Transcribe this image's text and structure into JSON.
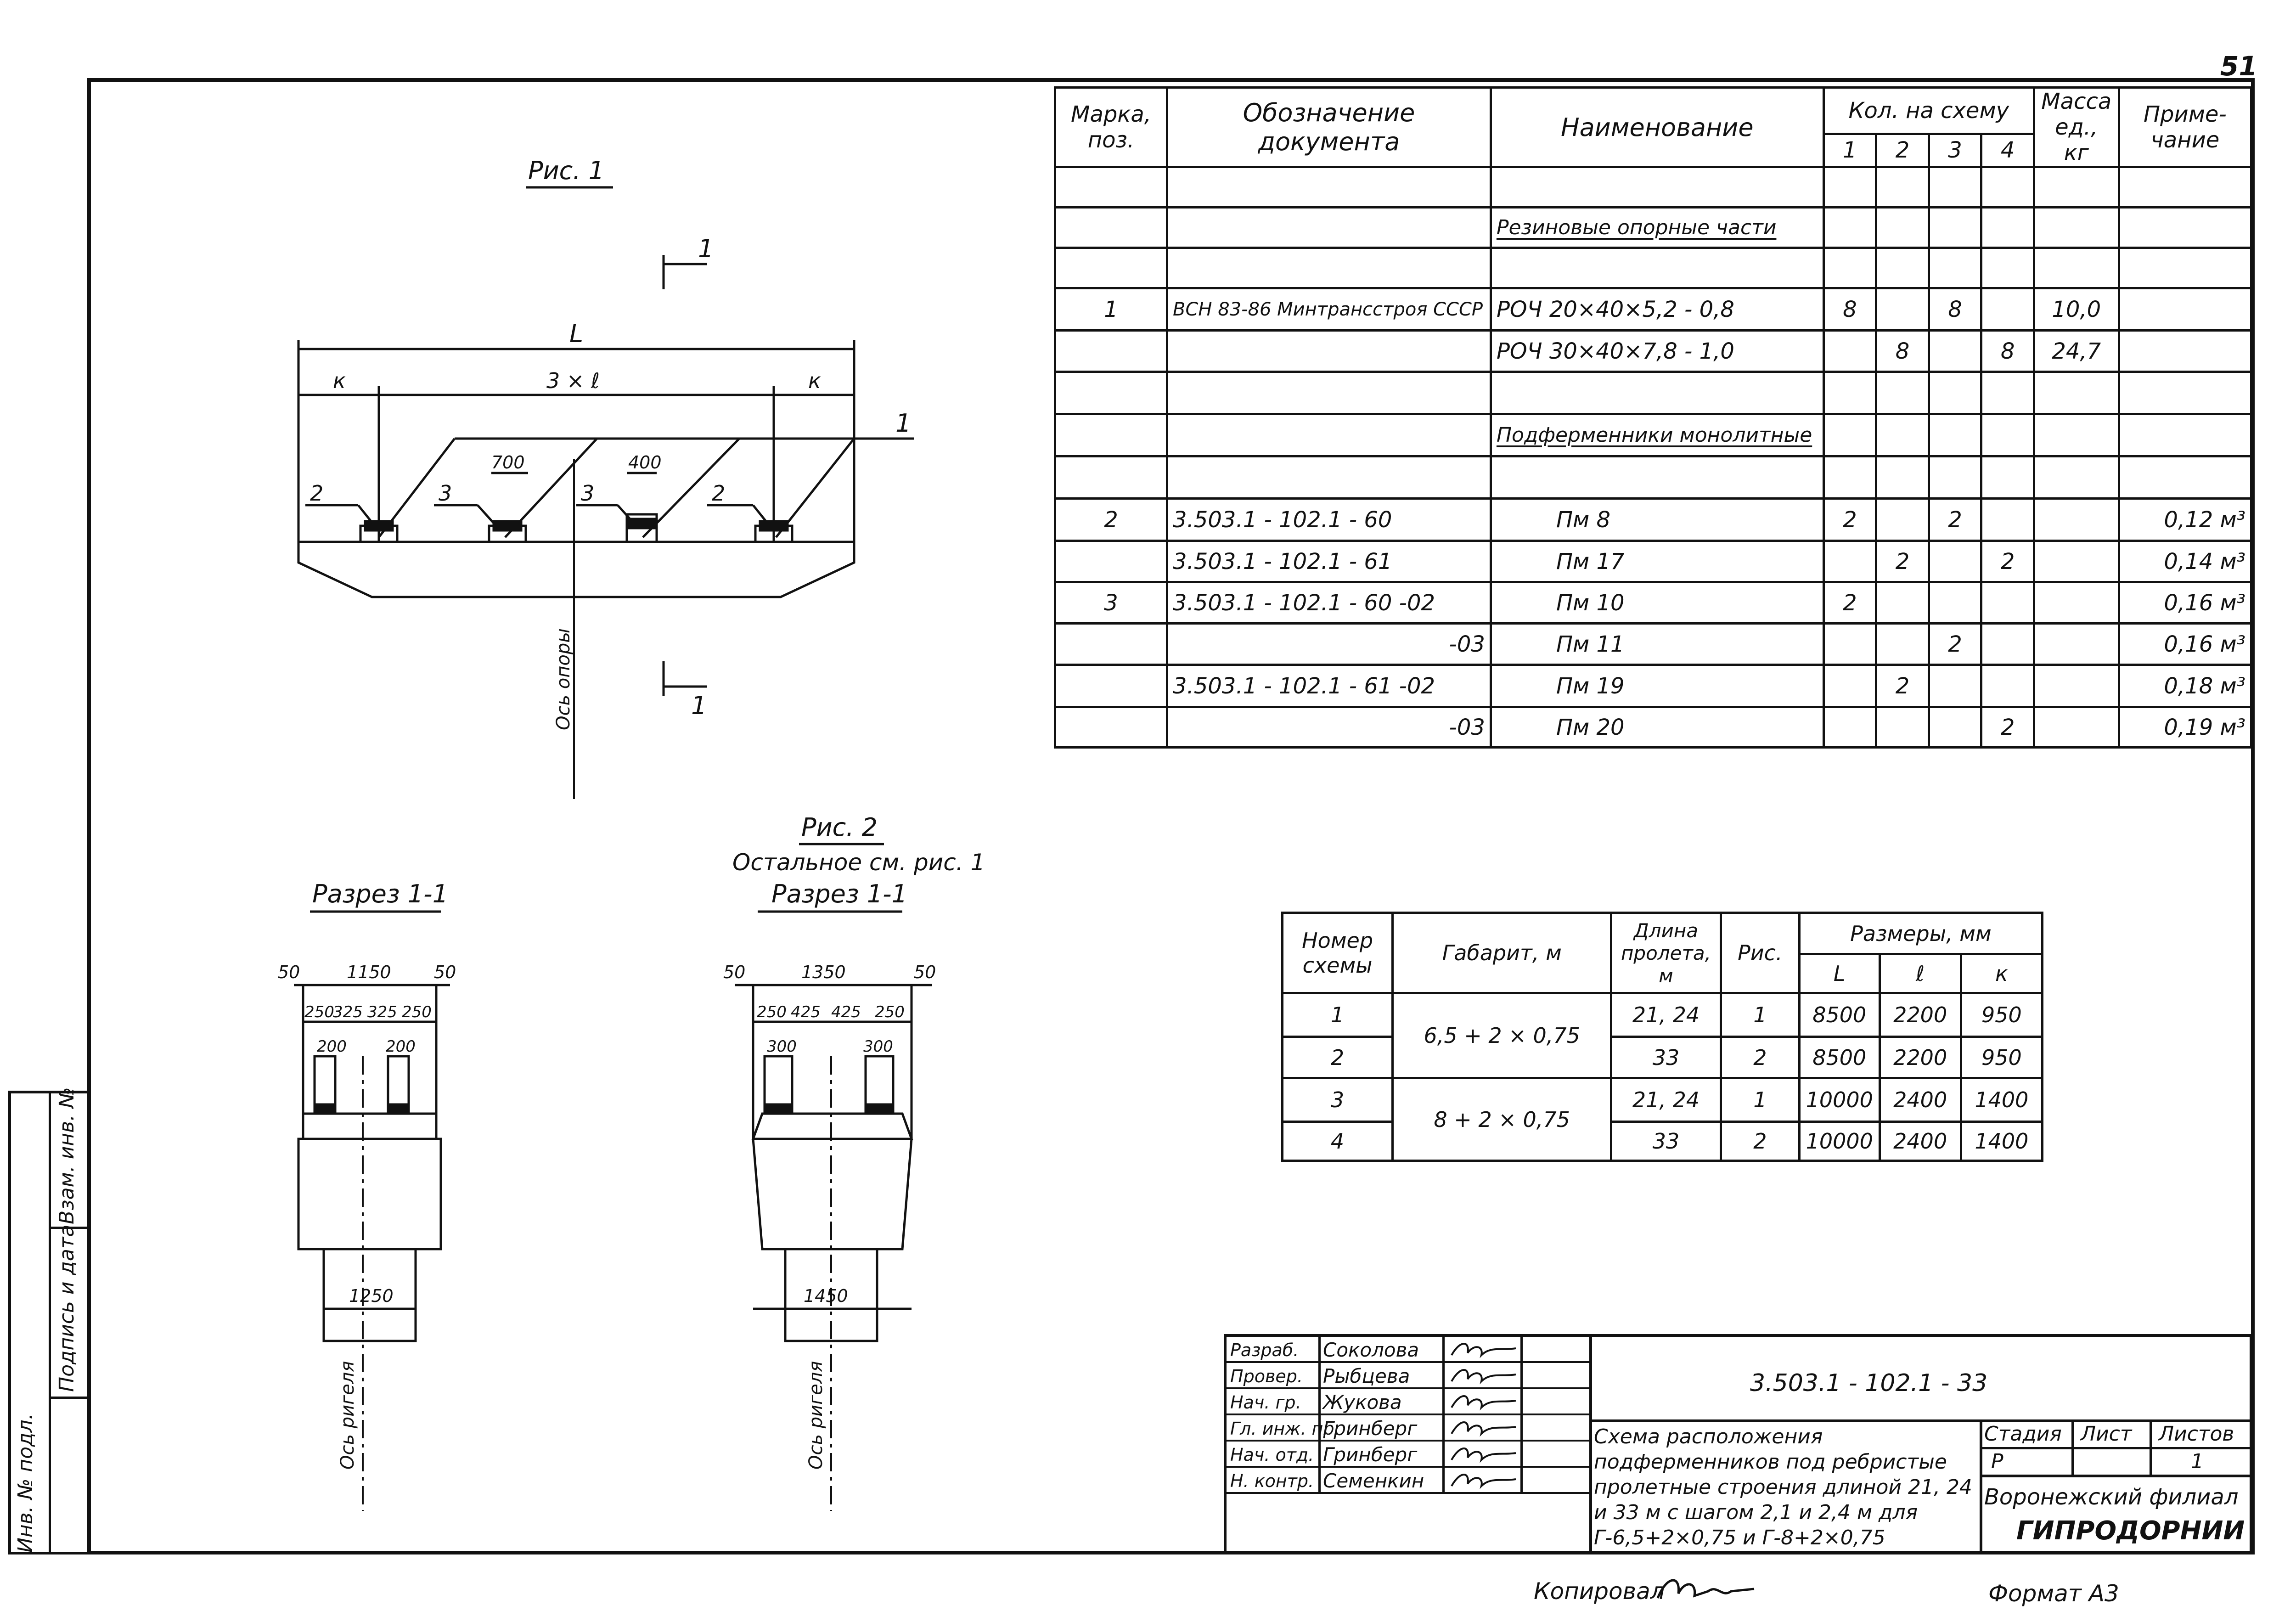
{
  "page_number": "51",
  "spec_table": {
    "headers": {
      "mark": "Марка, поз.",
      "doc": "Обозначение документа",
      "name": "Наименование",
      "qty": "Кол. на схему",
      "qty_cols": [
        "1",
        "2",
        "3",
        "4"
      ],
      "mass": "Масса ед., кг",
      "note": "Приме- чание"
    },
    "rows": [
      {
        "mark": "",
        "doc": "",
        "name": "",
        "q": [
          "",
          "",
          "",
          ""
        ],
        "mass": "",
        "note": ""
      },
      {
        "mark": "",
        "doc": "",
        "name": "Резиновые опорные части",
        "q": [
          "",
          "",
          "",
          ""
        ],
        "mass": "",
        "note": ""
      },
      {
        "mark": "",
        "doc": "",
        "name": "",
        "q": [
          "",
          "",
          "",
          ""
        ],
        "mass": "",
        "note": ""
      },
      {
        "mark": "1",
        "doc": "ВСН 83-86 Минтрансстроя СССР",
        "name": "РОЧ 20×40×5,2 - 0,8",
        "q": [
          "8",
          "",
          "8",
          ""
        ],
        "mass": "10,0",
        "note": ""
      },
      {
        "mark": "",
        "doc": "",
        "name": "РОЧ 30×40×7,8 - 1,0",
        "q": [
          "",
          "8",
          "",
          "8"
        ],
        "mass": "24,7",
        "note": ""
      },
      {
        "mark": "",
        "doc": "",
        "name": "",
        "q": [
          "",
          "",
          "",
          ""
        ],
        "mass": "",
        "note": ""
      },
      {
        "mark": "",
        "doc": "",
        "name": "Подферменники монолитные",
        "q": [
          "",
          "",
          "",
          ""
        ],
        "mass": "",
        "note": ""
      },
      {
        "mark": "",
        "doc": "",
        "name": "",
        "q": [
          "",
          "",
          "",
          ""
        ],
        "mass": "",
        "note": ""
      },
      {
        "mark": "2",
        "doc": "3.503.1 - 102.1 - 60",
        "name": "Пм 8",
        "q": [
          "2",
          "",
          "2",
          ""
        ],
        "mass": "",
        "note": "0,12 м³"
      },
      {
        "mark": "",
        "doc": "3.503.1 - 102.1 - 61",
        "name": "Пм 17",
        "q": [
          "",
          "2",
          "",
          "2"
        ],
        "mass": "",
        "note": "0,14 м³"
      },
      {
        "mark": "3",
        "doc": "3.503.1 - 102.1 - 60 -02",
        "name": "Пм 10",
        "q": [
          "2",
          "",
          "",
          ""
        ],
        "mass": "",
        "note": "0,16 м³"
      },
      {
        "mark": "",
        "doc": "-03",
        "name": "Пм 11",
        "q": [
          "",
          "",
          "2",
          ""
        ],
        "mass": "",
        "note": "0,16 м³"
      },
      {
        "mark": "",
        "doc": "3.503.1 - 102.1 - 61 -02",
        "name": "Пм 19",
        "q": [
          "",
          "2",
          "",
          ""
        ],
        "mass": "",
        "note": "0,18 м³"
      },
      {
        "mark": "",
        "doc": "-03",
        "name": "Пм 20",
        "q": [
          "",
          "",
          "",
          "2"
        ],
        "mass": "",
        "note": "0,19 м³"
      }
    ]
  },
  "schemes_table": {
    "headers": {
      "num": "Номер схемы",
      "gab": "Габарит, м",
      "span": "Длина пролета, м",
      "fig": "Рис.",
      "sizes": "Размеры, мм",
      "L": "L",
      "l": "ℓ",
      "k": "к"
    },
    "rows": [
      {
        "num": "1",
        "gab": "6,5 + 2 × 0,75",
        "span": "21, 24",
        "fig": "1",
        "L": "8500",
        "l": "2200",
        "k": "950"
      },
      {
        "num": "2",
        "gab": "",
        "span": "33",
        "fig": "2",
        "L": "8500",
        "l": "2200",
        "k": "950"
      },
      {
        "num": "3",
        "gab": "8 + 2 × 0,75",
        "span": "21, 24",
        "fig": "1",
        "L": "10000",
        "l": "2400",
        "k": "1400"
      },
      {
        "num": "4",
        "gab": "",
        "span": "33",
        "fig": "2",
        "L": "10000",
        "l": "2400",
        "k": "1400"
      }
    ]
  },
  "fig1": {
    "title": "Рис. 1",
    "section_mark": "1",
    "dim_L": "L",
    "dim_k": "к",
    "dim_3l": "3 × ℓ",
    "dim_700": "700",
    "dim_400": "400",
    "pos_1": "1",
    "pos_2": "2",
    "pos_3": "3",
    "axis": "Ось опоры"
  },
  "section_a": {
    "title": "Разрез 1-1",
    "d50": "50",
    "d1150": "1150",
    "d250": "250",
    "d325": "325",
    "d200": "200",
    "d1250": "1250",
    "axis": "Ось ригеля"
  },
  "fig2": {
    "title": "Рис. 2",
    "subtitle": "Остальное см. рис. 1",
    "section_title": "Разрез 1-1",
    "d50": "50",
    "d1350": "1350",
    "d250": "250",
    "d425": "425",
    "d300": "300",
    "d1450": "1450",
    "axis": "Ось ригеля"
  },
  "stamp": {
    "roles": [
      {
        "role": "Разраб.",
        "name": "Соколова"
      },
      {
        "role": "Провер.",
        "name": "Рыбцева"
      },
      {
        "role": "Нач. гр.",
        "name": "Жукова"
      },
      {
        "role": "Гл. инж. пр.",
        "name": "Гринберг"
      },
      {
        "role": "Нач. отд.",
        "name": "Гринберг"
      },
      {
        "role": "Н. контр.",
        "name": "Семенкин"
      }
    ],
    "code": "3.503.1 - 102.1 - 33",
    "title": "Схема расположения подферменников под ребристые пролетные строения длиной 21, 24 и 33 м с шагом 2,1 и 2,4 м для Г-6,5+2×0,75 и Г-8+2×0,75",
    "stage_label": "Стадия",
    "sheet_label": "Лист",
    "sheets_label": "Листов",
    "stage": "Р",
    "sheets": "1",
    "org_line1": "Воронежский филиал",
    "org_line2": "ГИПРОДОРНИИ"
  },
  "side_stamp": [
    "Инв. № подл.",
    "Подпись и дата",
    "Взам. инв. №"
  ],
  "footer": {
    "copied": "Копировал",
    "format": "Формат А3"
  }
}
